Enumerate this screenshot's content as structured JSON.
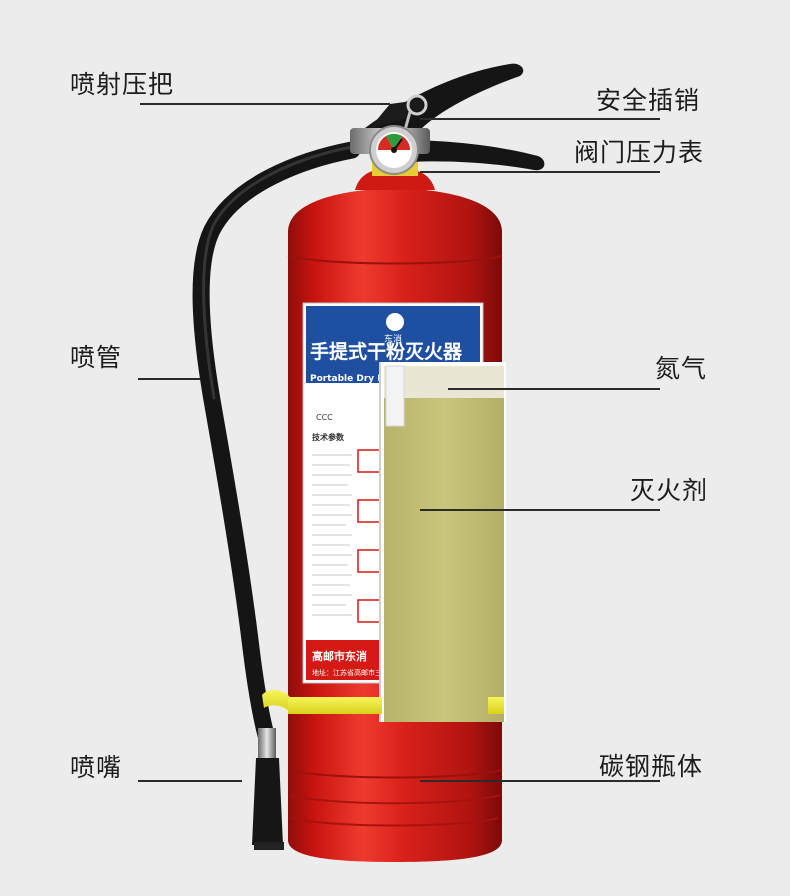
{
  "labels": {
    "handle": "喷射压把",
    "safety_pin": "安全插销",
    "gauge": "阀门压力表",
    "hose": "喷管",
    "nitrogen": "氮气",
    "agent": "灭火剂",
    "nozzle": "喷嘴",
    "body": "碳钢瓶体"
  },
  "product_label": {
    "title": "手提式干粉灭火器",
    "subtitle": "Portable Dry P",
    "brand": "东消",
    "manufacturer": "高邮市东消",
    "address": "地址：江苏省高邮市三垛",
    "section_title": "技术参数",
    "cert_mark": "CCC"
  },
  "colors": {
    "background": "#ececec",
    "cylinder_red": "#d41a14",
    "label_blue": "#1e4fa0",
    "agent_fill": "#c2bf72",
    "nitrogen_fill": "#e9e6d4",
    "strap_yellow": "#f3ee32",
    "hose_black": "#1a1a1a"
  }
}
